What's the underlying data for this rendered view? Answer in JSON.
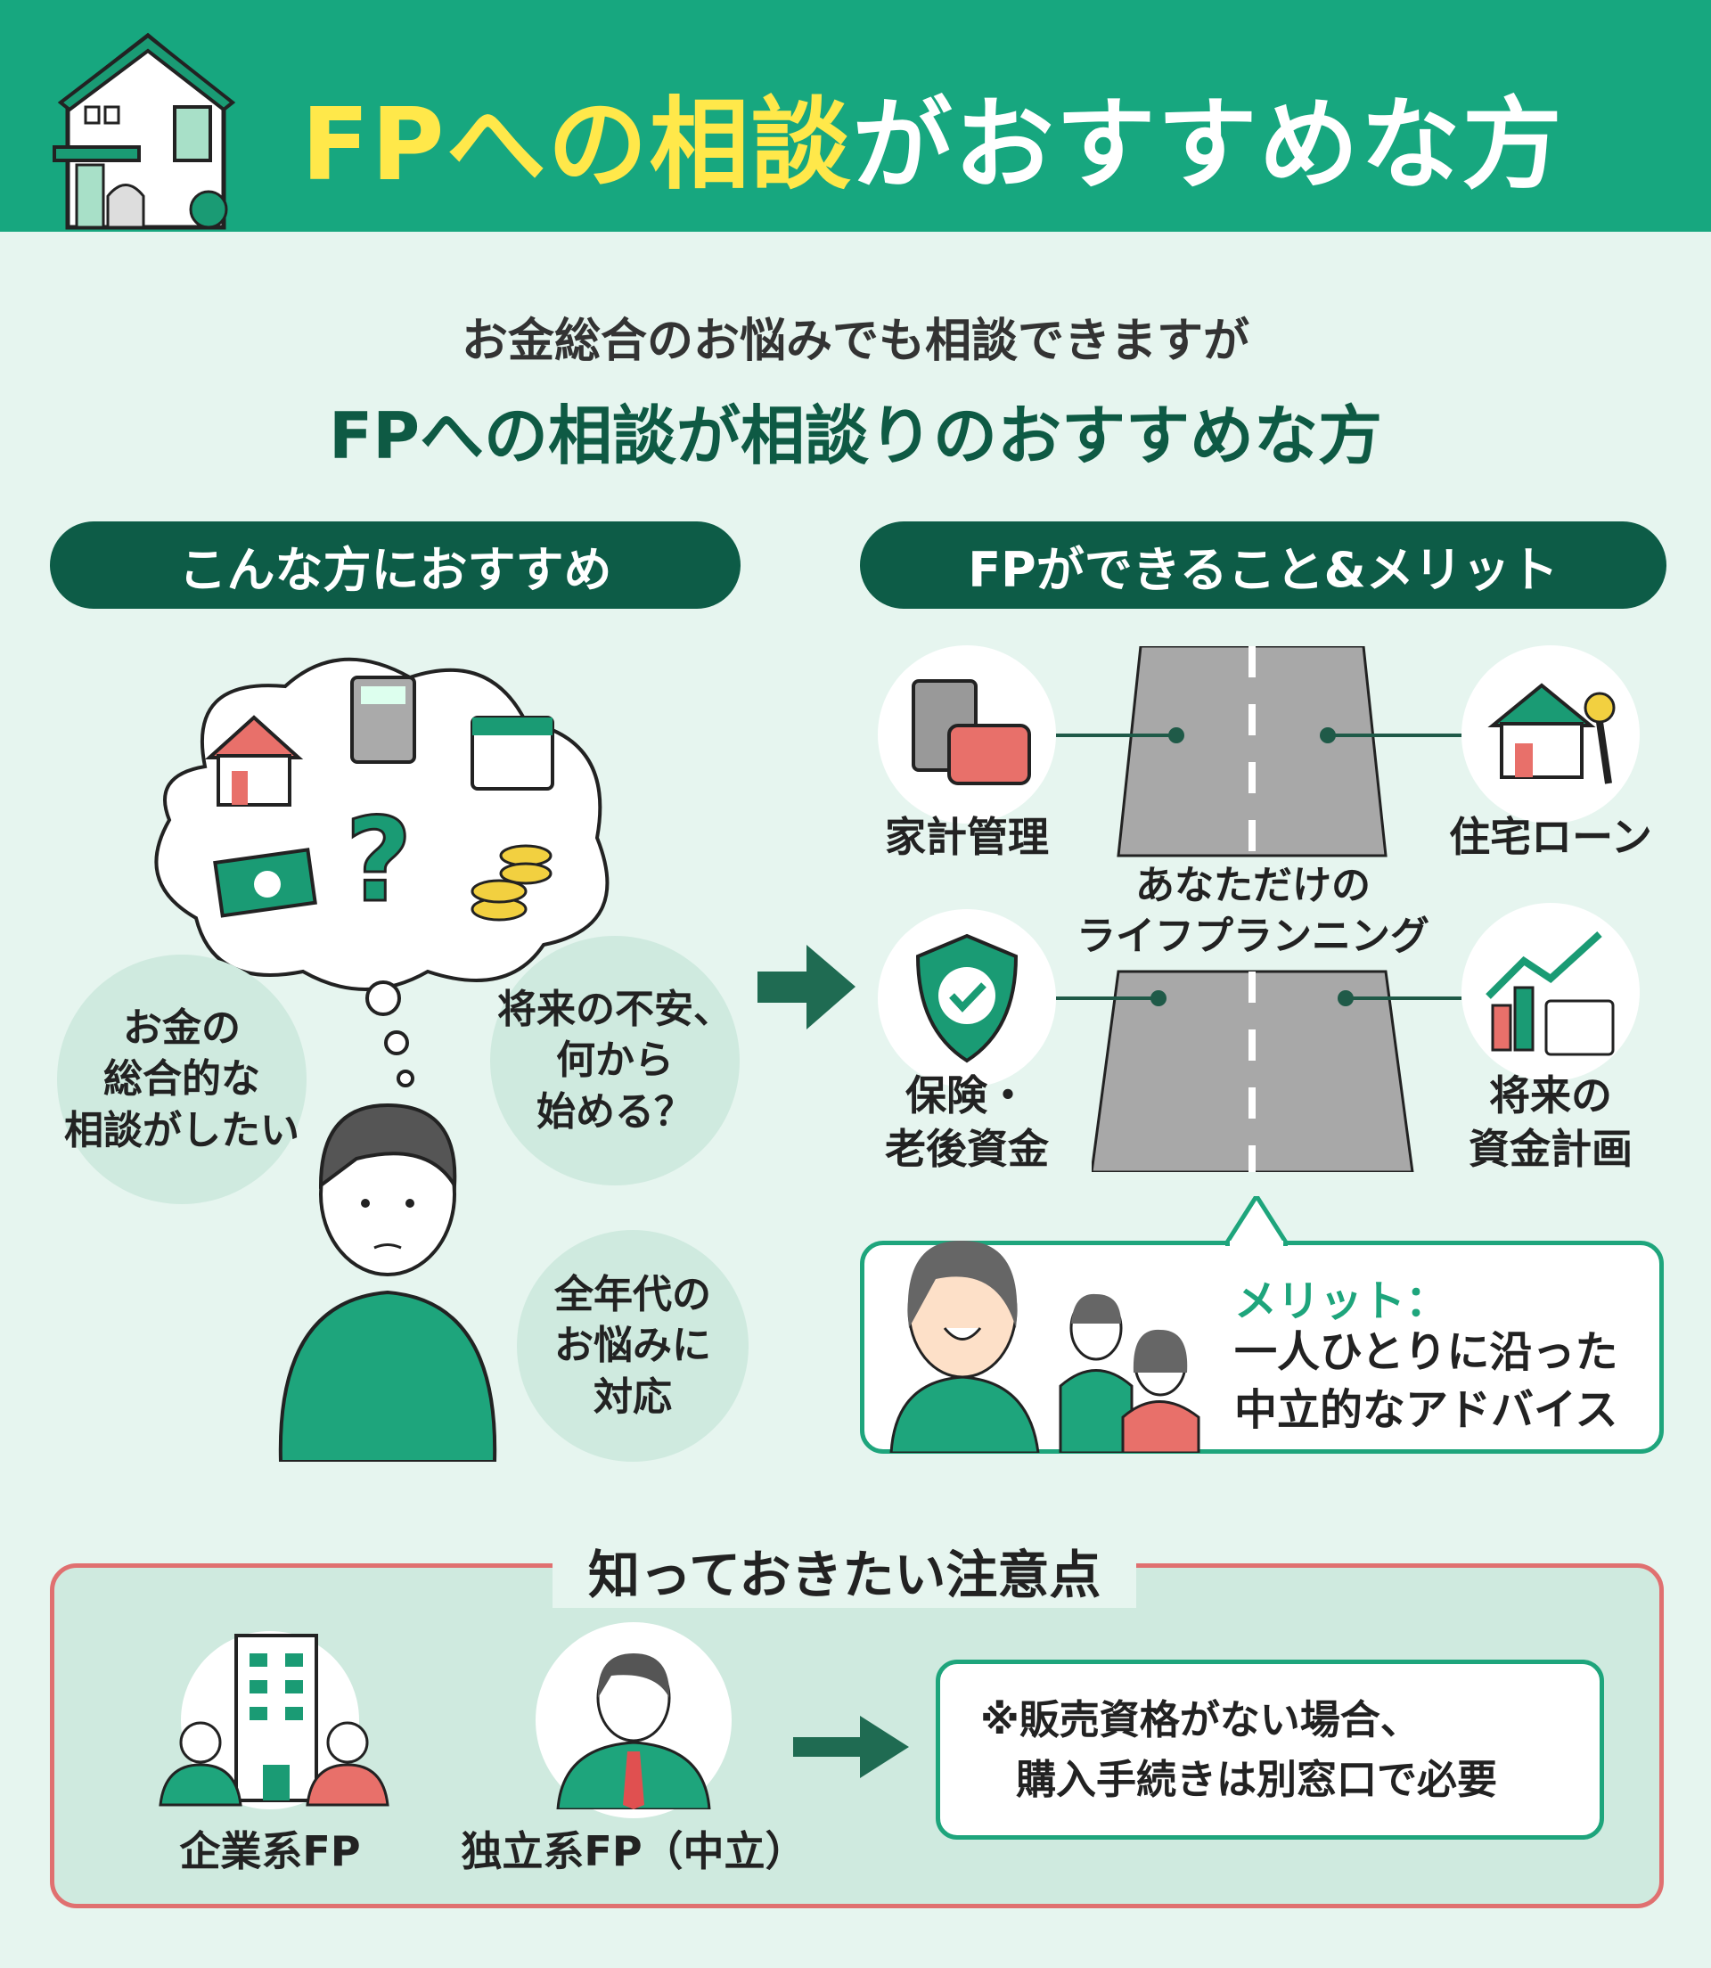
{
  "header": {
    "title_highlight": "FPへの相談",
    "title_rest": "がおすすめな方"
  },
  "subtitle": {
    "line1": "お金総合のお悩みでも相談できますが",
    "line2": "FPへの相談が相談りのおすすめな方"
  },
  "left_section": {
    "heading": "こんな方におすすめ",
    "bubbles": [
      [
        "お金の",
        "総合的な",
        "相談がしたい"
      ],
      [
        "将来の不安、",
        "何から",
        "始める？"
      ],
      [
        "全年代の",
        "お悩みに",
        "対応"
      ]
    ]
  },
  "right_section": {
    "heading": "FPができること&メリット",
    "items": [
      [
        "家計管理"
      ],
      [
        "住宅ローン"
      ],
      [
        "保険・",
        "老後資金"
      ],
      [
        "将来の",
        "資金計画"
      ]
    ],
    "center": [
      "あなただけの",
      "ライフプランニング"
    ],
    "merit_label": "メリット：",
    "merit_text": [
      "一人ひとりに沿った",
      "中立的なアドバイス"
    ]
  },
  "caution": {
    "title": "知っておきたい注意点",
    "types": [
      "企業系FP",
      "独立系FP（中立）"
    ],
    "note": [
      "※販売資格がない場合、",
      "購入手続きは別窓口で必要"
    ]
  },
  "colors": {
    "primary": "#17a77f",
    "dark": "#0d5c47",
    "accent": "#ffe84a",
    "caution": "#e07070"
  }
}
